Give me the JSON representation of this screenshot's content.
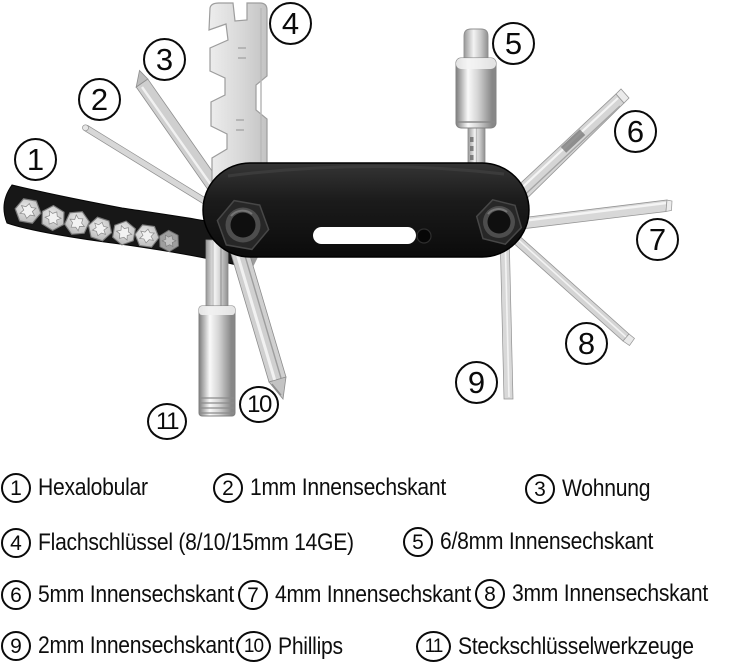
{
  "figure": {
    "description": "Annotated bicycle multi-tool product image",
    "callouts": [
      {
        "num": "1"
      },
      {
        "num": "2"
      },
      {
        "num": "3"
      },
      {
        "num": "4"
      },
      {
        "num": "5"
      },
      {
        "num": "6"
      },
      {
        "num": "7"
      },
      {
        "num": "8"
      },
      {
        "num": "9"
      },
      {
        "num": "10"
      },
      {
        "num": "11"
      }
    ]
  },
  "legend": {
    "items": [
      {
        "num": "1",
        "label": "Hexalobular"
      },
      {
        "num": "2",
        "label": "1mm Innensechskant"
      },
      {
        "num": "3",
        "label": "Wohnung"
      },
      {
        "num": "4",
        "label": "Flachschlüssel (8/10/15mm 14GE)"
      },
      {
        "num": "5",
        "label": "6/8mm Innensechskant"
      },
      {
        "num": "6",
        "label": "5mm Innensechskant"
      },
      {
        "num": "7",
        "label": "4mm Innensechskant"
      },
      {
        "num": "8",
        "label": "3mm Innensechskant"
      },
      {
        "num": "9",
        "label": "2mm Innensechskant"
      },
      {
        "num": "10",
        "label": "Phillips"
      },
      {
        "num": "11",
        "label": "Steckschlüsselwerkzeuge"
      }
    ]
  },
  "colors": {
    "background": "#ffffff",
    "tool_body": "#1b1b1b",
    "metal_light": "#f3f3f3",
    "metal_dark": "#9a9a9a",
    "annotation": "#0a0a0a"
  }
}
